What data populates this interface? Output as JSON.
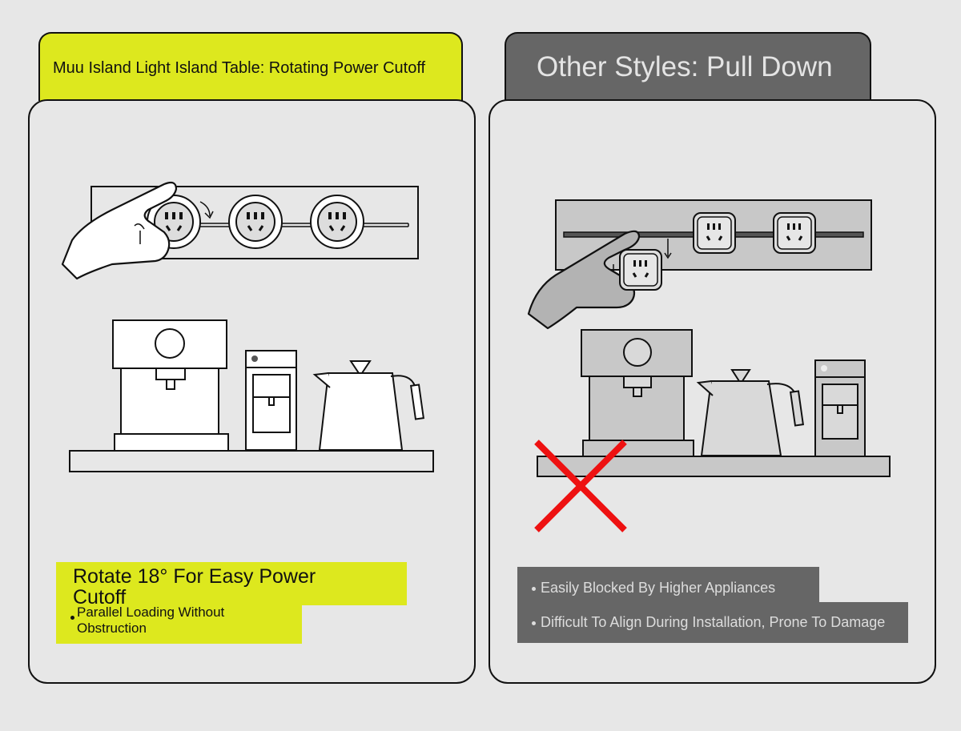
{
  "left": {
    "title": "Muu Island Light Island Table: Rotating Power Cutoff",
    "heading": "Rotate 18° For Easy Power Cutoff",
    "bullet": "Parallel Loading Without Obstruction"
  },
  "right": {
    "title": "Other Styles: Pull Down",
    "bullets": [
      "Easily Blocked By Higher Appliances",
      "Difficult To Align During Installation, Prone To Damage"
    ]
  },
  "colors": {
    "accent": "#dde81e",
    "dark": "#666666",
    "background": "#e7e7e7",
    "cross": "#ee1111"
  }
}
